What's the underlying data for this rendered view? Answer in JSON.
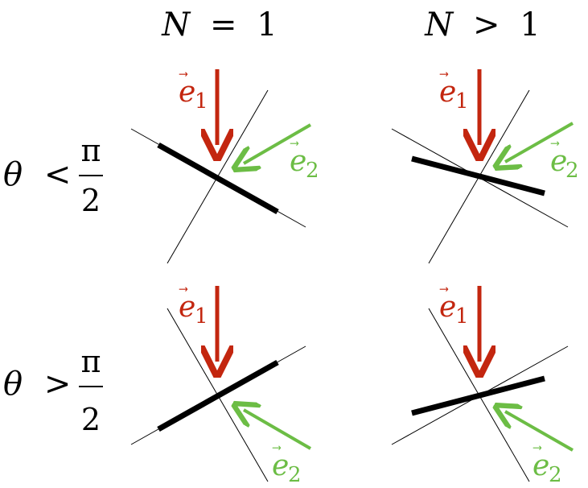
{
  "columns": {
    "n_equal_1": {
      "lhs": "N",
      "rel": "=",
      "rhs": "1"
    },
    "n_greater_1": {
      "lhs": "N",
      "rel": ">",
      "rhs": "1"
    }
  },
  "rows": {
    "theta_less": {
      "var": "θ",
      "rel": "<",
      "num": "π",
      "den": "2"
    },
    "theta_greater": {
      "var": "θ",
      "rel": ">",
      "num": "π",
      "den": "2"
    }
  },
  "vectors": {
    "e1": {
      "base": "e",
      "sub": "1",
      "arrow": "⃗",
      "color": "#c3260f"
    },
    "e2": {
      "base": "e",
      "sub": "2",
      "arrow": "⃗",
      "color": "#6cbd45"
    }
  },
  "colors": {
    "line": "#000000"
  }
}
